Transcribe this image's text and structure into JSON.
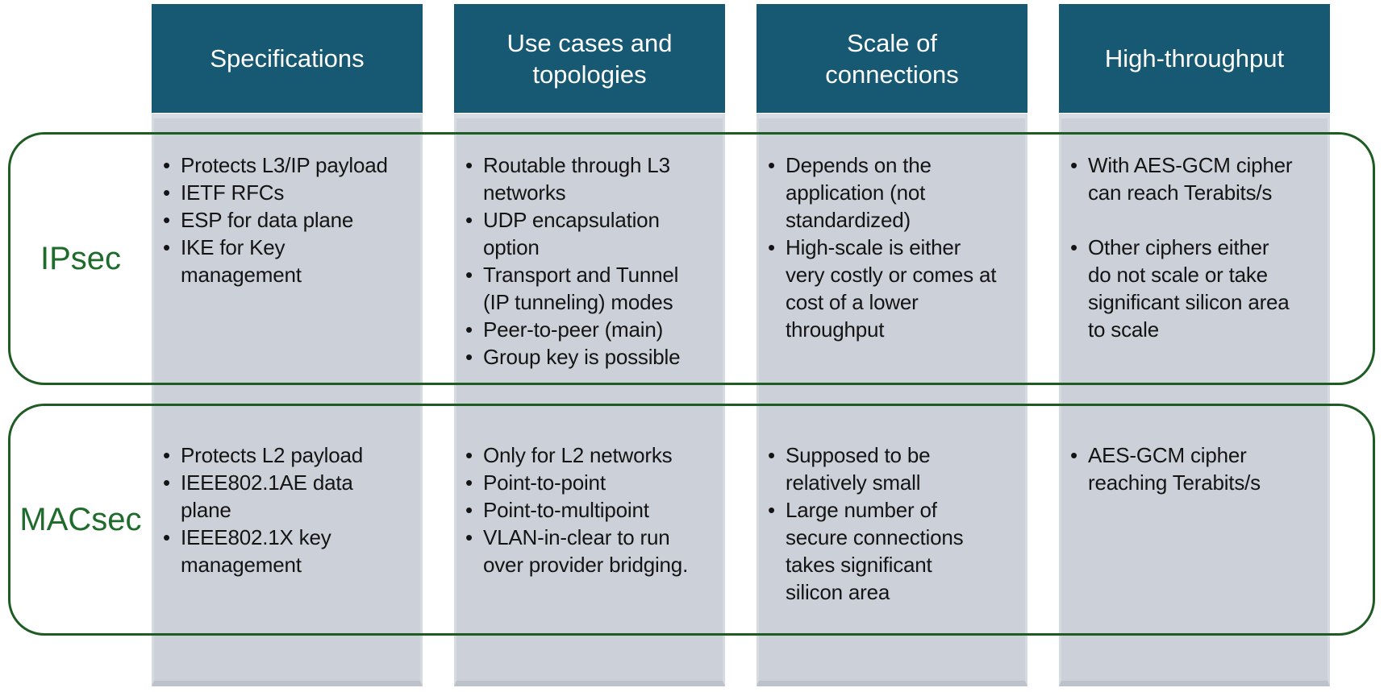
{
  "colors": {
    "header_bg": "#175872",
    "header_text": "#ffffff",
    "column_bg": "#ccd1d9",
    "row_border_green": "#1e5c24",
    "row_label_green": "#1f6b2c",
    "body_text": "#141414",
    "page_bg": "#ffffff"
  },
  "columns": [
    {
      "id": "specifications",
      "header": "Specifications"
    },
    {
      "id": "use-cases-topologies",
      "header": "Use cases and\ntopologies"
    },
    {
      "id": "scale-of-connections",
      "header": "Scale of\nconnections"
    },
    {
      "id": "high-throughput",
      "header": "High-throughput"
    }
  ],
  "rows": [
    {
      "id": "ipsec",
      "label": "IPsec",
      "cells": [
        {
          "bullets": [
            "Protects L3/IP payload",
            "IETF RFCs",
            "ESP for data plane",
            "IKE for Key\nmanagement"
          ]
        },
        {
          "bullets": [
            "Routable through L3\nnetworks",
            "UDP encapsulation\noption",
            "Transport and Tunnel\n(IP tunneling) modes",
            "Peer-to-peer (main)",
            "Group key is possible"
          ]
        },
        {
          "bullets": [
            "Depends on the\napplication (not\nstandardized)",
            "High-scale is either\nvery costly or comes at\ncost of a lower\nthroughput"
          ]
        },
        {
          "bullets": [
            "With AES-GCM cipher\ncan reach Terabits/s",
            {
              "text": "Other ciphers either\ndo not scale or take\nsignificant silicon area\nto scale",
              "gap_before": true
            }
          ]
        }
      ]
    },
    {
      "id": "macsec",
      "label": "MACsec",
      "cells": [
        {
          "bullets": [
            "Protects L2 payload",
            "IEEE802.1AE data\nplane",
            "IEEE802.1X key\nmanagement"
          ]
        },
        {
          "bullets": [
            "Only for L2 networks",
            "Point-to-point",
            "Point-to-multipoint",
            "VLAN-in-clear to run\nover provider bridging."
          ]
        },
        {
          "bullets": [
            "Supposed to be\nrelatively small",
            "Large number of\nsecure connections\ntakes significant\nsilicon area"
          ]
        },
        {
          "bullets": [
            "AES-GCM cipher\nreaching Terabits/s"
          ]
        }
      ]
    }
  ]
}
